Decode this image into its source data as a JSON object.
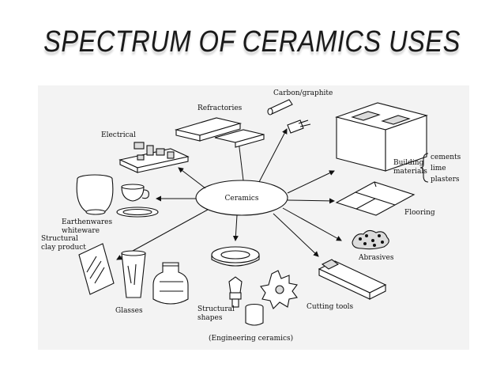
{
  "slide": {
    "title": "SPECTRUM OF CERAMICS USES"
  },
  "diagram": {
    "center": "Ceramics",
    "labels": {
      "carbon": "Carbon/graphite",
      "refractories": "Refractories",
      "electrical": "Electrical",
      "building_1": "Building",
      "building_2": "materials",
      "cements": "cements",
      "lime": "lime",
      "plasters": "plasters",
      "flooring": "Flooring",
      "abrasives": "Abrasives",
      "cutting_tools": "Cutting tools",
      "earthenwares_1": "Earthenwares",
      "earthenwares_2": "whiteware",
      "structural_clay_1": "Structural",
      "structural_clay_2": "clay product",
      "glasses": "Glasses",
      "structural_shapes_1": "Structural",
      "structural_shapes_2": "shapes",
      "engineering": "(Engineering ceramics)"
    }
  }
}
